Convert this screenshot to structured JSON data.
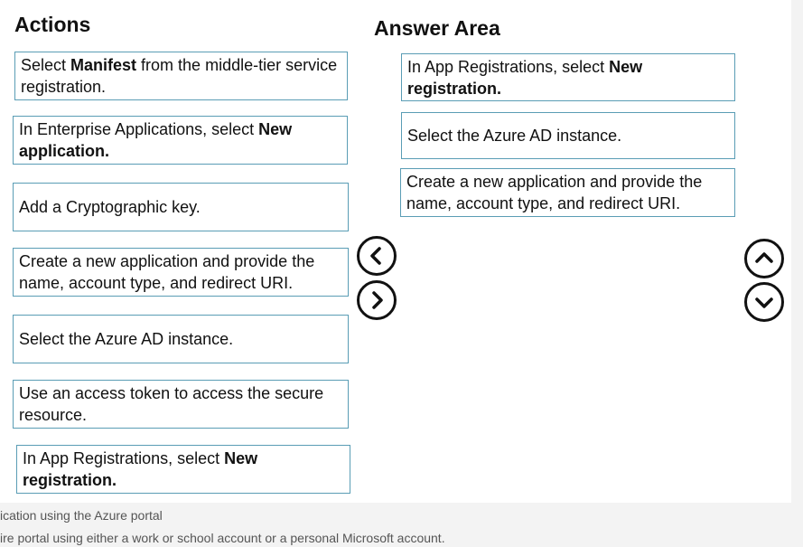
{
  "actions": {
    "title": "Actions",
    "items": [
      {
        "pre": "Select ",
        "bold": "Manifest",
        "post": " from the middle-tier service registration."
      },
      {
        "pre": "In Enterprise Applications, select ",
        "bold": "New application.",
        "post": ""
      },
      {
        "pre": "Add a Cryptographic key.",
        "bold": "",
        "post": ""
      },
      {
        "pre": "Create a new application and provide the name, account type, and redirect URI.",
        "bold": "",
        "post": ""
      },
      {
        "pre": "Select the Azure AD instance.",
        "bold": "",
        "post": ""
      },
      {
        "pre": "Use an access token to access the secure resource.",
        "bold": "",
        "post": ""
      },
      {
        "pre": "In App Registrations, select ",
        "bold": "New registration.",
        "post": ""
      }
    ]
  },
  "answer": {
    "title": "Answer Area",
    "items": [
      {
        "pre": "In App Registrations, select ",
        "bold": "New registration.",
        "post": ""
      },
      {
        "pre": "Select the Azure AD instance.",
        "bold": "",
        "post": ""
      },
      {
        "pre": "Create a new application and provide the name, account type, and redirect URI.",
        "bold": "",
        "post": ""
      }
    ]
  },
  "controls": {
    "move_left": "chevron-left-icon",
    "move_right": "chevron-right-icon",
    "move_up": "chevron-up-icon",
    "move_down": "chevron-down-icon"
  },
  "footer": {
    "line1": "ication using the Azure portal",
    "line2": "ire portal using either a work or school account or a personal Microsoft account."
  },
  "colors": {
    "box_border": "#5a9db5",
    "page_bg": "#f3f3f3",
    "panel_bg": "#ffffff"
  }
}
